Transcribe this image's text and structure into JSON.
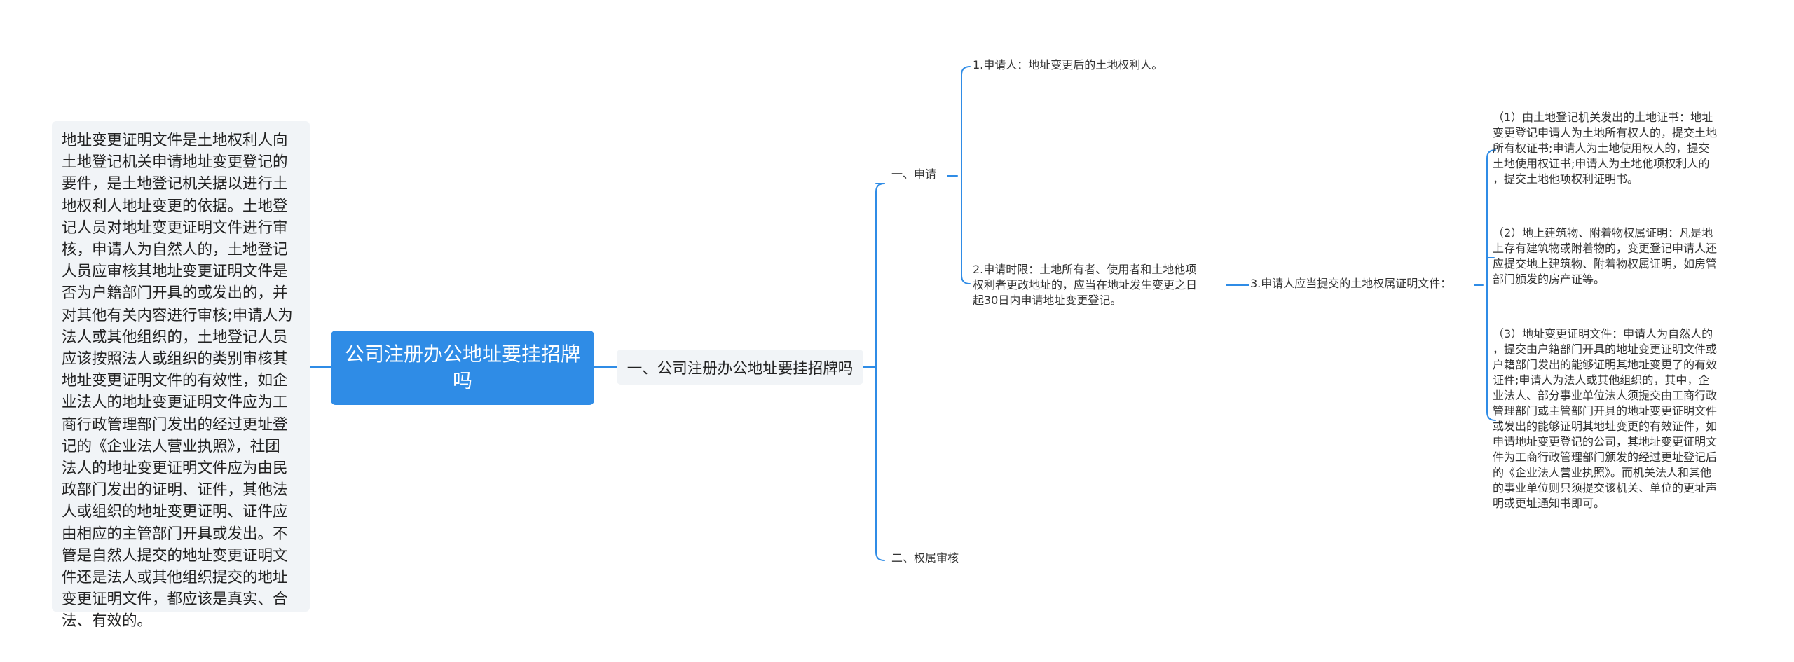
{
  "diagram": {
    "root": "公司注册办公地址要挂招牌吗",
    "left_note": "地址变更证明文件是土地权利人向\n土地登记机关申请地址变更登记的\n要件，是土地登记机关据以进行土\n地权利人地址变更的依据。土地登\n记人员对地址变更证明文件进行审\n核，申请人为自然人的，土地登记\n人员应审核其地址变更证明文件是\n否为户籍部门开具的或发出的，并\n对其他有关内容进行审核;申请人为\n法人或其他组织的，土地登记人员\n应该按照法人或组织的类别审核其\n地址变更证明文件的有效性，如企\n业法人的地址变更证明文件应为工\n商行政管理部门发出的经过更址登\n记的《企业法人营业执照》，社团\n法人的地址变更证明文件应为由民\n政部门发出的证明、证件，其他法\n人或组织的地址变更证明、证件应\n由相应的主管部门开具或发出。不\n管是自然人提交的地址变更证明文\n件还是法人或其他组织提交的地址\n变更证明文件，都应该是真实、合\n法、有效的。",
    "level1": "一、公司注册办公地址要挂招牌吗",
    "shenqing": "一、申请",
    "quanshu": "二、权属审核",
    "applicant": "1.申请人：地址变更后的土地权利人。",
    "deadline": "2.申请时限：土地所有者、使用者和土地他项\n权利者更改地址的，应当在地址发生变更之日\n起30日内申请地址变更登记。",
    "documents": "3.申请人应当提交的土地权属证明文件：",
    "doc_items": [
      "（1）由土地登记机关发出的土地证书：地址\n变更登记申请人为土地所有权人的，提交土地\n所有权证书;申请人为土地使用权人的，提交\n土地使用权证书;申请人为土地他项权利人的\n，提交土地他项权利证明书。",
      "（2）地上建筑物、附着物权属证明：凡是地\n上存有建筑物或附着物的，变更登记申请人还\n应提交地上建筑物、附着物权属证明，如房管\n部门颁发的房产证等。",
      "（3）地址变更证明文件：申请人为自然人的\n，提交由户籍部门开具的地址变更证明文件或\n户籍部门发出的能够证明其地址变更了的有效\n证件;申请人为法人或其他组织的，其中，企\n业法人、部分事业单位法人须提交由工商行政\n管理部门或主管部门开具的地址变更证明文件\n或发出的能够证明其地址变更的有效证件，如\n申请地址变更登记的公司，其地址变更证明文\n件为工商行政管理部门颁发的经过更址登记后\n的《企业法人营业执照》。而机关法人和其他\n的事业单位则只须提交该机关、单位的更址声\n明或更址通知书即可。"
    ],
    "colors": {
      "root_bg": "#2f8ce6",
      "line": "#2f8ce6",
      "box_bg": "#f1f4f7"
    }
  }
}
